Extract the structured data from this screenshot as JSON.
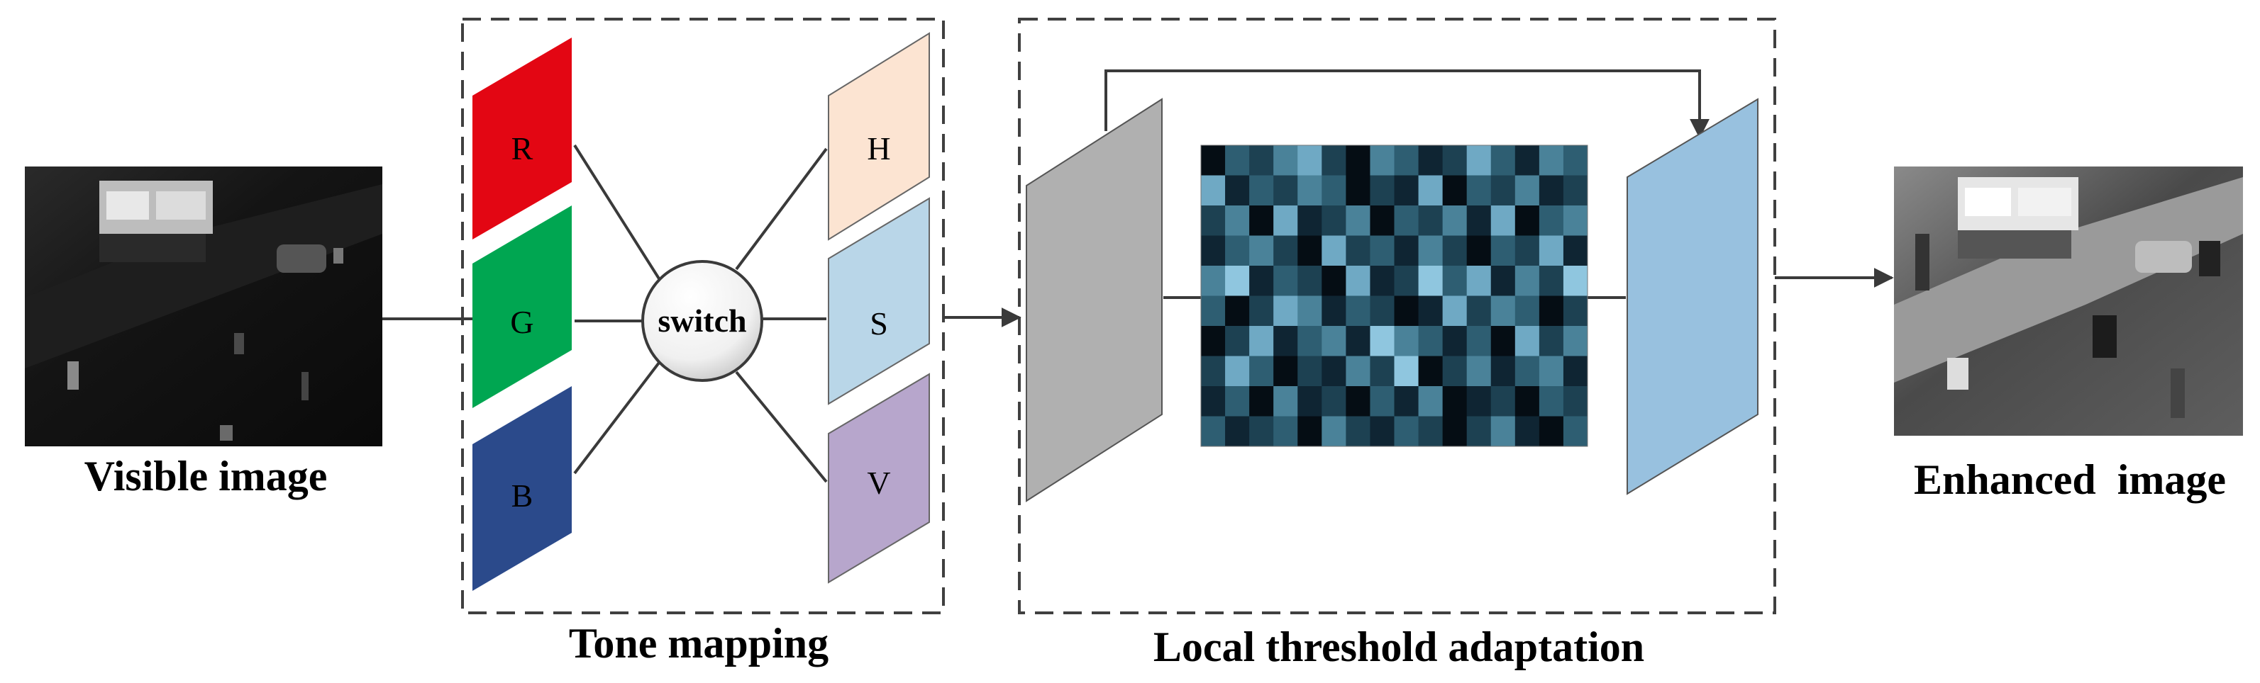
{
  "labels": {
    "visible_image": "Visible image",
    "enhanced_image": "Enhanced  image",
    "tone_mapping": "Tone mapping",
    "local_threshold": "Local threshold adaptation",
    "switch": "switch"
  },
  "rgb_channels": [
    {
      "label": "R",
      "color": "#e30613"
    },
    {
      "label": "G",
      "color": "#00a651"
    },
    {
      "label": "B",
      "color": "#2b4a8b"
    }
  ],
  "hsv_channels": [
    {
      "label": "H",
      "color": "#fce4d2"
    },
    {
      "label": "S",
      "color": "#b9d6e8"
    },
    {
      "label": "V",
      "color": "#b7a6cc"
    }
  ],
  "colors": {
    "gray_plane": "#b0b0b0",
    "blue_plane": "#98c1df",
    "line": "#3a3a3a",
    "dashed_box": "#404040"
  },
  "grid": {
    "rows": 10,
    "cols": 16,
    "palette": [
      "#050d14",
      "#0f2533",
      "#1d4152",
      "#2e5e72",
      "#4a8299",
      "#6fa9c4",
      "#8fc6df"
    ],
    "levels": [
      [
        0,
        3,
        2,
        4,
        5,
        2,
        0,
        4,
        3,
        1,
        2,
        5,
        3,
        1,
        4,
        3
      ],
      [
        5,
        1,
        3,
        2,
        4,
        3,
        0,
        2,
        1,
        5,
        0,
        3,
        2,
        4,
        1,
        2
      ],
      [
        2,
        4,
        0,
        5,
        1,
        2,
        4,
        0,
        3,
        2,
        4,
        1,
        5,
        0,
        3,
        4
      ],
      [
        1,
        3,
        4,
        2,
        0,
        5,
        2,
        3,
        1,
        4,
        2,
        0,
        3,
        2,
        5,
        1
      ],
      [
        4,
        6,
        1,
        3,
        2,
        0,
        5,
        1,
        2,
        6,
        3,
        5,
        1,
        4,
        2,
        6
      ],
      [
        3,
        0,
        2,
        5,
        4,
        1,
        3,
        2,
        0,
        1,
        5,
        2,
        4,
        3,
        0,
        2
      ],
      [
        0,
        2,
        5,
        1,
        3,
        4,
        1,
        6,
        4,
        3,
        1,
        3,
        0,
        5,
        2,
        4
      ],
      [
        2,
        5,
        3,
        0,
        2,
        1,
        4,
        2,
        6,
        0,
        2,
        4,
        1,
        3,
        4,
        1
      ],
      [
        1,
        3,
        0,
        4,
        1,
        2,
        0,
        3,
        1,
        4,
        0,
        1,
        2,
        0,
        3,
        2
      ],
      [
        3,
        1,
        2,
        3,
        0,
        4,
        2,
        1,
        3,
        2,
        0,
        2,
        4,
        1,
        0,
        3
      ]
    ]
  }
}
